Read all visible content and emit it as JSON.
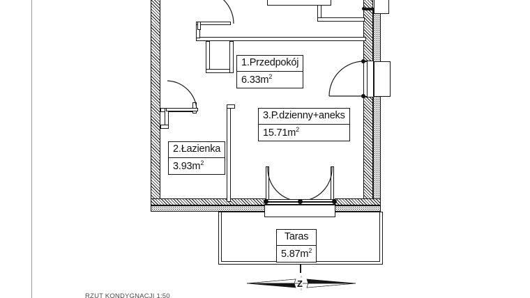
{
  "document": {
    "type": "architectural-floor-plan",
    "language": "pl",
    "background_color": "#ffffff",
    "line_color": "#141414",
    "caption_clipped": "RZUT KONDYGNACJI 1:50"
  },
  "rooms": [
    {
      "id": "przedpokoj",
      "number": "1.",
      "name": "1.Przedpokój",
      "area": "6.33m",
      "area_unit_sup": "2",
      "area_value": 6.33
    },
    {
      "id": "lazienka",
      "number": "2.",
      "name": "2.Łazienka",
      "area": "3.93m",
      "area_unit_sup": "2",
      "area_value": 3.93
    },
    {
      "id": "pokoj-dzienny",
      "number": "3.",
      "name": "3.P.dzienny+aneks",
      "area": "15.71m",
      "area_unit_sup": "2",
      "area_value": 15.71
    },
    {
      "id": "taras",
      "number": "",
      "name": "Taras",
      "area": "5.87m",
      "area_unit_sup": "2",
      "area_value": 5.87
    }
  ],
  "compass": {
    "letter": "Z",
    "meaning": "direction-indicator"
  },
  "elements": {
    "exterior_wall": "exterior-wall-hatched",
    "insulation_layer": "insulation-layer",
    "interior_partition": "interior-partition-wall",
    "entry_door": "entry-door",
    "bathroom_door": "bathroom-door",
    "hall_door": "hall-door",
    "patio_door": "patio-double-door",
    "terrace_outline": "terrace-outline",
    "closet_niche": "closet-niche"
  }
}
